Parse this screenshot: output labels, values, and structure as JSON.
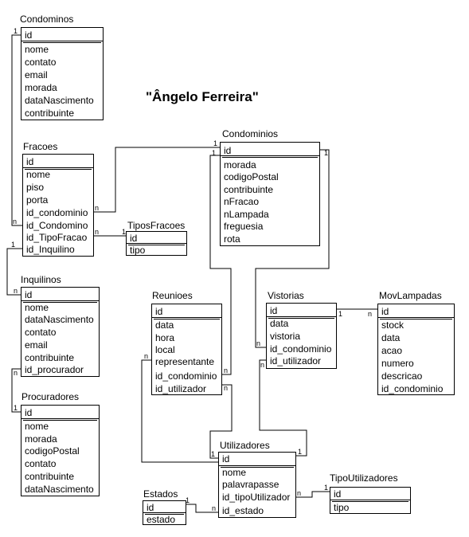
{
  "title": "\"Ângelo Ferreira\"",
  "entities": {
    "condominos": {
      "name": "Condominos",
      "fields": [
        "id",
        "nome",
        "contato",
        "email",
        "morada",
        "dataNascimento",
        "contribuinte"
      ]
    },
    "fracoes": {
      "name": "Fracoes",
      "fields": [
        "id",
        "nome",
        "piso",
        "porta",
        "id_condominio",
        "id_Condomino",
        "id_TipoFracao",
        "id_Inquilino"
      ]
    },
    "condominios": {
      "name": "Condominios",
      "fields": [
        "id",
        "morada",
        "codigoPostal",
        "contribuinte",
        "nFracao",
        "nLampada",
        "freguesia",
        "rota"
      ]
    },
    "tiposfracoes": {
      "name": "TiposFracoes",
      "fields": [
        "id",
        "tipo"
      ]
    },
    "inquilinos": {
      "name": "Inquilinos",
      "fields": [
        "id",
        "nome",
        "dataNascimento",
        "contato",
        "email",
        "contribuinte",
        "id_procurador"
      ]
    },
    "procuradores": {
      "name": "Procuradores",
      "fields": [
        "id",
        "nome",
        "morada",
        "codigoPostal",
        "contato",
        "contribuinte",
        "dataNascimento"
      ]
    },
    "reunioes": {
      "name": "Reunioes",
      "fields": [
        "id",
        "data",
        "hora",
        "local",
        "representante",
        "id_condominio",
        "id_utilizador"
      ]
    },
    "vistorias": {
      "name": "Vistorias",
      "fields": [
        "id",
        "data",
        "vistoria",
        "id_condominio",
        "id_utilizador"
      ]
    },
    "movlampadas": {
      "name": "MovLampadas",
      "fields": [
        "id",
        "stock",
        "data",
        "acao",
        "numero",
        "descricao",
        "id_condominio"
      ]
    },
    "utilizadores": {
      "name": "Utilizadores",
      "fields": [
        "id",
        "nome",
        "palavrapasse",
        "id_tipoUtilizador",
        "id_estado"
      ]
    },
    "estados": {
      "name": "Estados",
      "fields": [
        "id",
        "estado"
      ]
    },
    "tipoutilizadores": {
      "name": "TipoUtilizadores",
      "fields": [
        "id",
        "tipo"
      ]
    }
  },
  "cardinality": {
    "one": "1",
    "many": "n"
  }
}
